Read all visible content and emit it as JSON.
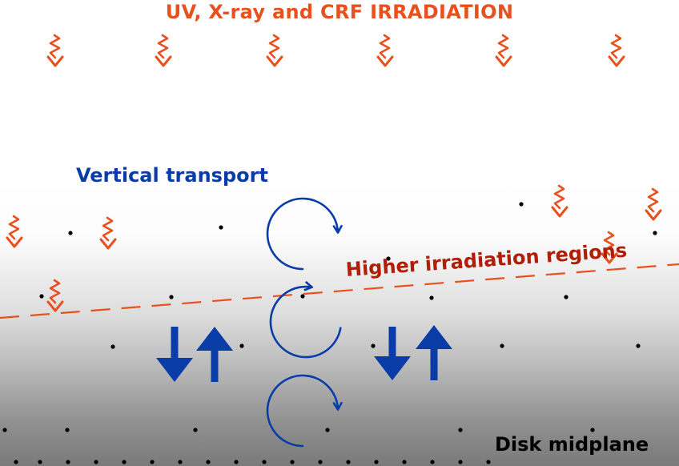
{
  "title": "UV, X-ray and CRF IRRADIATION",
  "vertical_transport_label": "Vertical transport",
  "irradiation_regions_label": "Higher irradiation regions",
  "midplane_label": "Disk midplane",
  "colors": {
    "irradiation": "#e8501e",
    "irradiation_text": "#b01e08",
    "transport": "#0a3ca8",
    "dot": "#000000"
  },
  "icons": [
    "wavy-down-arrow-icon",
    "circular-arrow-icon",
    "down-arrow-icon",
    "up-arrow-icon",
    "dot-icon"
  ]
}
